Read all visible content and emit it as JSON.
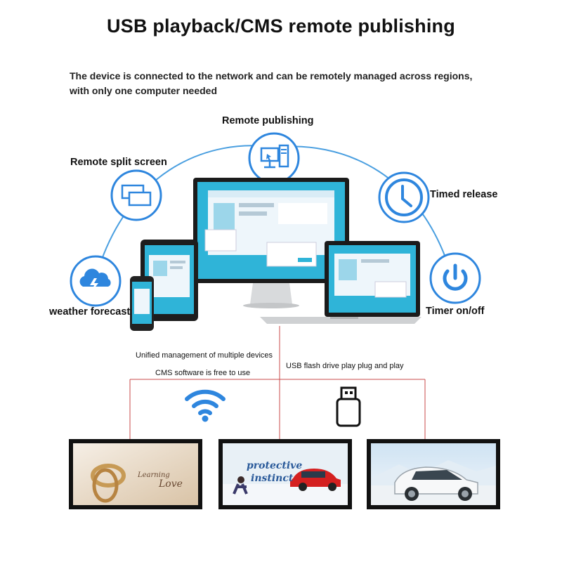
{
  "title": "USB playback/CMS remote publishing",
  "description": {
    "line1": "The device is connected to the network and can be remotely managed across regions,",
    "line2": "with only one computer needed"
  },
  "features": {
    "remote_publishing": "Remote publishing",
    "remote_split_screen": "Remote split screen",
    "timed_release": "Timed release",
    "weather_forecast": "weather forecast",
    "timer_on_off": "Timer on/off"
  },
  "labels": {
    "unified_management": "Unified management of multiple devices",
    "cms_free": "CMS software is free to use",
    "usb_plug_play": "USB flash drive play plug and play"
  },
  "panel_texts": {
    "learning_to_love_line1": "Learning",
    "learning_to_love_line2": "Love",
    "protective_line1": "protective",
    "protective_line2": "instinct"
  },
  "colors": {
    "accent_blue": "#2e86de",
    "arc_blue": "#4a9fe0",
    "screen_teal": "#2fb4d8",
    "connector_red": "#c94a4a"
  }
}
